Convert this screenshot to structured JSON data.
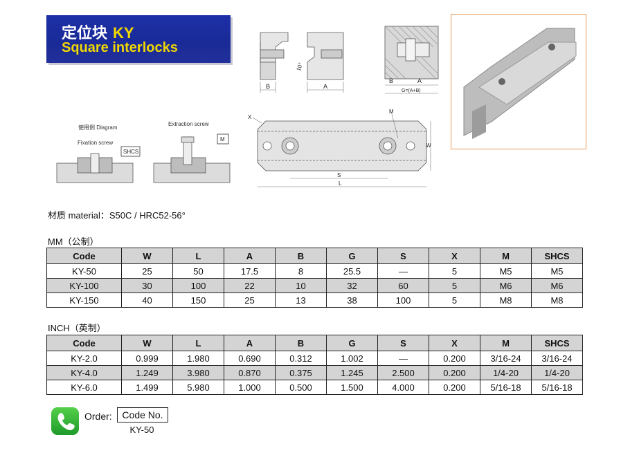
{
  "title": {
    "zh": "定位块",
    "code": "KY",
    "en": "Square interlocks"
  },
  "diagram": {
    "labels": {
      "B": "B",
      "A": "A",
      "angle": "10°",
      "G": "G=(A+B)",
      "X": "X",
      "M": "M",
      "W": "W",
      "S": "S",
      "L": "L"
    },
    "usage": {
      "diagram": "使用例 Diagram",
      "fixation": "Fixation screw",
      "extraction": "Extraction screw",
      "shcs": "SHCS",
      "m": "M"
    }
  },
  "material": "材质 material：S50C / HRC52-56°",
  "mm": {
    "label": "MM（公制）",
    "headers": [
      "Code",
      "W",
      "L",
      "A",
      "B",
      "G",
      "S",
      "X",
      "M",
      "SHCS"
    ],
    "rows": [
      [
        "KY-50",
        "25",
        "50",
        "17.5",
        "8",
        "25.5",
        "—",
        "5",
        "M5",
        "M5"
      ],
      [
        "KY-100",
        "30",
        "100",
        "22",
        "10",
        "32",
        "60",
        "5",
        "M6",
        "M6"
      ],
      [
        "KY-150",
        "40",
        "150",
        "25",
        "13",
        "38",
        "100",
        "5",
        "M8",
        "M8"
      ]
    ]
  },
  "inch": {
    "label": "INCH（英制）",
    "headers": [
      "Code",
      "W",
      "L",
      "A",
      "B",
      "G",
      "S",
      "X",
      "M",
      "SHCS"
    ],
    "rows": [
      [
        "KY-2.0",
        "0.999",
        "1.980",
        "0.690",
        "0.312",
        "1.002",
        "—",
        "0.200",
        "3/16-24",
        "3/16-24"
      ],
      [
        "KY-4.0",
        "1.249",
        "3.980",
        "0.870",
        "0.375",
        "1.245",
        "2.500",
        "0.200",
        "1/4-20",
        "1/4-20"
      ],
      [
        "KY-6.0",
        "1.499",
        "5.980",
        "1.000",
        "0.500",
        "1.500",
        "4.000",
        "0.200",
        "5/16-18",
        "5/16-18"
      ]
    ]
  },
  "order": {
    "label": "Order:",
    "code_label": "Code No.",
    "example": "KY-50"
  }
}
